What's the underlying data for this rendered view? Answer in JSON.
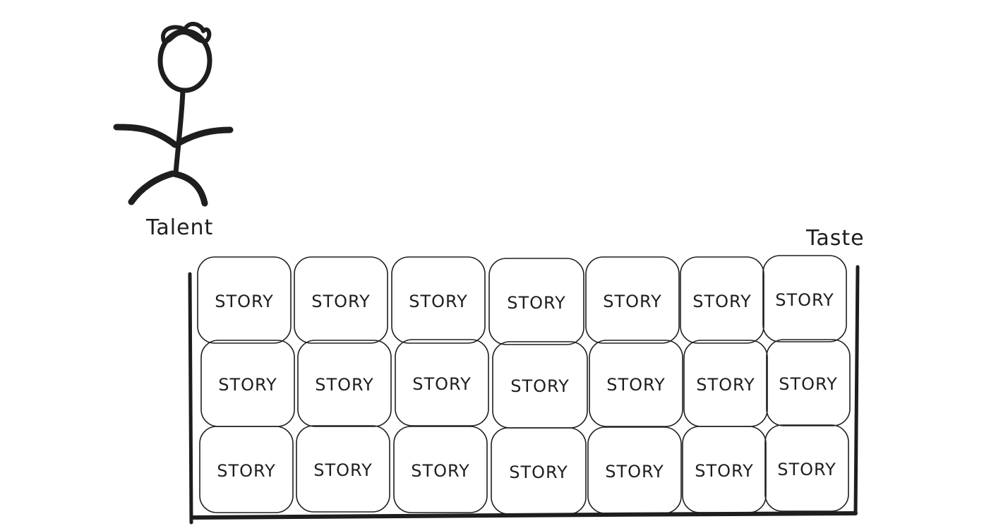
{
  "labels": {
    "talent": "Talent",
    "taste": "Taste"
  },
  "block_label": "STORY",
  "grid": {
    "rows": 3,
    "columns": 7
  },
  "colors": {
    "stroke": "#1e1e1e",
    "background": "#ffffff"
  }
}
